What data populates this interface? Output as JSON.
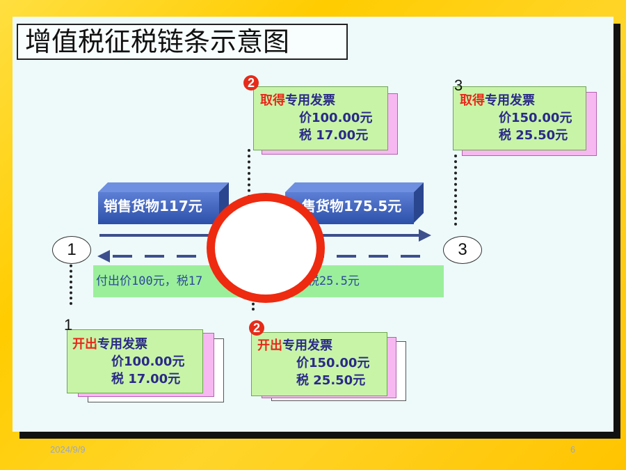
{
  "title": "增值税征税链条示意图",
  "nodes": {
    "left": "1",
    "right": "3"
  },
  "flows": {
    "sell_left": "销售货物117元",
    "sell_right": "售货物175.5元",
    "pay_left": "付出价100元，税17",
    "pay_right": "出价150元，税25.5元"
  },
  "cards": {
    "top_middle": {
      "badge": "2",
      "prefix": "取得",
      "suffix": "专用发票",
      "price": "价100.00元",
      "tax": "税 17.00元"
    },
    "top_right": {
      "badge": "3",
      "prefix": "取得",
      "suffix": "专用发票",
      "price": "价150.00元",
      "tax": "税 25.50元"
    },
    "bottom_left": {
      "badge": "1",
      "prefix": "开出",
      "suffix": "专用发票",
      "price": "价100.00元",
      "tax": "税 17.00元"
    },
    "bottom_middle": {
      "badge": "2",
      "prefix": "开出",
      "suffix": "专用发票",
      "price": "价150.00元",
      "tax": "税 25.50元"
    }
  },
  "footer": {
    "date": "2024/9/9",
    "page": "6"
  },
  "colors": {
    "background": "#ffd21f",
    "board": "#eefafa",
    "accent_red": "#e8281a",
    "card_green": "#c8f4a8",
    "card_pink": "#f7b8f2",
    "block_blue": "#3a5cb8",
    "pay_bar": "#9bef9b"
  }
}
